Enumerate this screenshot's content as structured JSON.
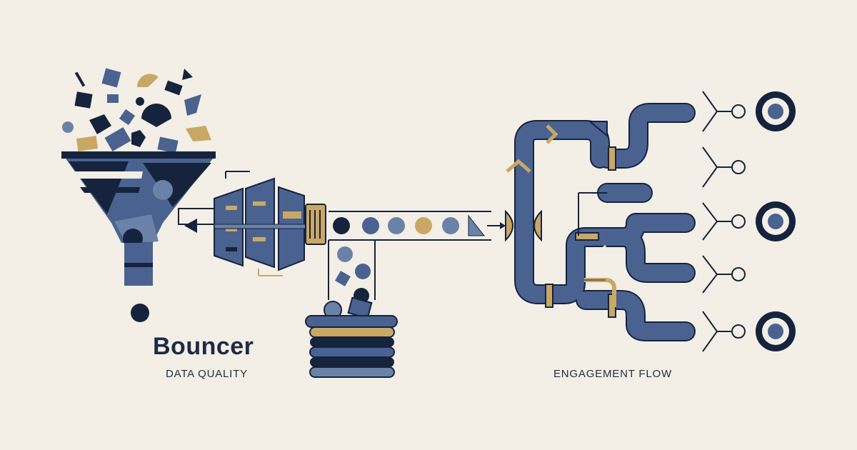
{
  "brand": {
    "title": "Bouncer",
    "subtitle": "DATA QUALITY"
  },
  "flow": {
    "label": "ENGAGEMENT FLOW"
  },
  "palette": {
    "background": "#f3efe6",
    "navy": "#16233d",
    "slate": "#4a6290",
    "steel": "#6b82a8",
    "gold": "#c9a866",
    "ink": "#1d2b44"
  },
  "icons": [
    "funnel-icon",
    "filter-plates-icon",
    "conveyor-icon",
    "stacked-tray-icon",
    "pipe-network-icon",
    "target-icon",
    "fork-node-icon"
  ]
}
